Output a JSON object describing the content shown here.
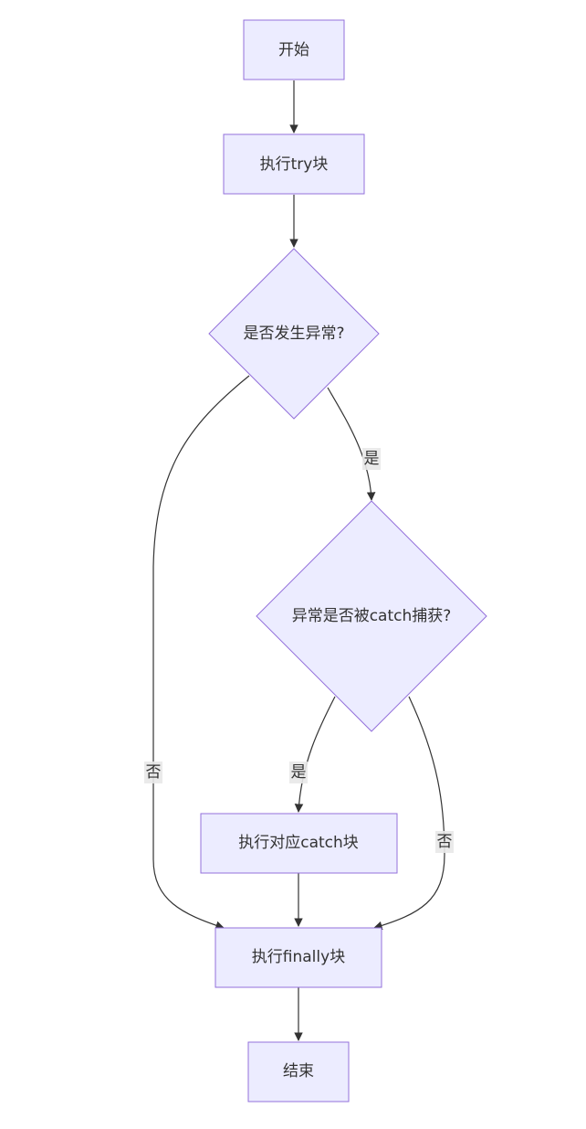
{
  "nodes": {
    "start": "开始",
    "try_block": "执行try块",
    "exception_q": "是否发生异常?",
    "catch_q": "异常是否被catch捕获?",
    "catch_block": "执行对应catch块",
    "finally_block": "执行finally块",
    "end": "结束"
  },
  "edges": {
    "exception_yes": "是",
    "exception_no": "否",
    "catch_yes": "是",
    "catch_no": "否"
  },
  "colors": {
    "node_fill": "#ececff",
    "node_stroke": "#9370db",
    "edge": "#333333",
    "label_bg": "#e8e8e8"
  }
}
